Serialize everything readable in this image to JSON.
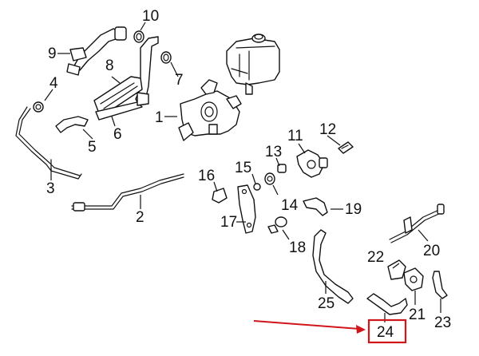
{
  "diagram": {
    "callouts": [
      {
        "id": "c1",
        "label": "1"
      },
      {
        "id": "c2",
        "label": "2"
      },
      {
        "id": "c3",
        "label": "3"
      },
      {
        "id": "c4",
        "label": "4"
      },
      {
        "id": "c5",
        "label": "5"
      },
      {
        "id": "c6",
        "label": "6"
      },
      {
        "id": "c7",
        "label": "7"
      },
      {
        "id": "c8",
        "label": "8"
      },
      {
        "id": "c9",
        "label": "9"
      },
      {
        "id": "c10",
        "label": "10"
      },
      {
        "id": "c11",
        "label": "11"
      },
      {
        "id": "c12",
        "label": "12"
      },
      {
        "id": "c13",
        "label": "13"
      },
      {
        "id": "c14",
        "label": "14"
      },
      {
        "id": "c15",
        "label": "15"
      },
      {
        "id": "c16",
        "label": "16"
      },
      {
        "id": "c17",
        "label": "17"
      },
      {
        "id": "c18",
        "label": "18"
      },
      {
        "id": "c19",
        "label": "19"
      },
      {
        "id": "c20",
        "label": "20"
      },
      {
        "id": "c21",
        "label": "21"
      },
      {
        "id": "c22",
        "label": "22"
      },
      {
        "id": "c23",
        "label": "23"
      },
      {
        "id": "c24",
        "label": "24"
      },
      {
        "id": "c25",
        "label": "25"
      }
    ],
    "highlighted_part": "24",
    "highlight_color": "#d0151b",
    "line_color": "#111111"
  }
}
